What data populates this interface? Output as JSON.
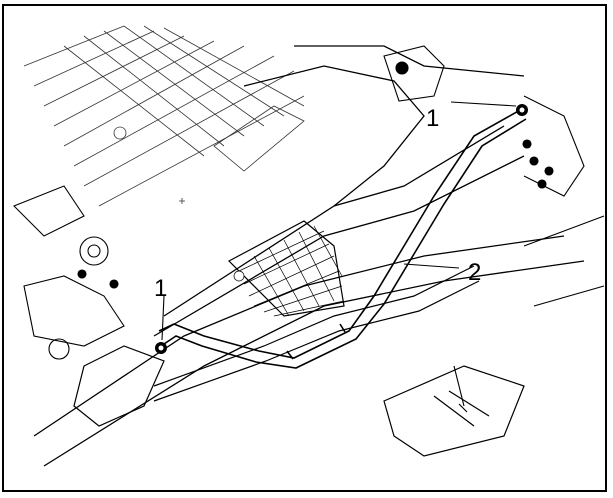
{
  "callouts": [
    {
      "number": "1",
      "part": "bolt-fastener-upper"
    },
    {
      "number": "1",
      "part": "bolt-fastener-lower"
    },
    {
      "number": "2",
      "part": "brace-bar"
    }
  ],
  "colors": {
    "line": "#000000",
    "background": "#ffffff",
    "detail": "#333333"
  }
}
